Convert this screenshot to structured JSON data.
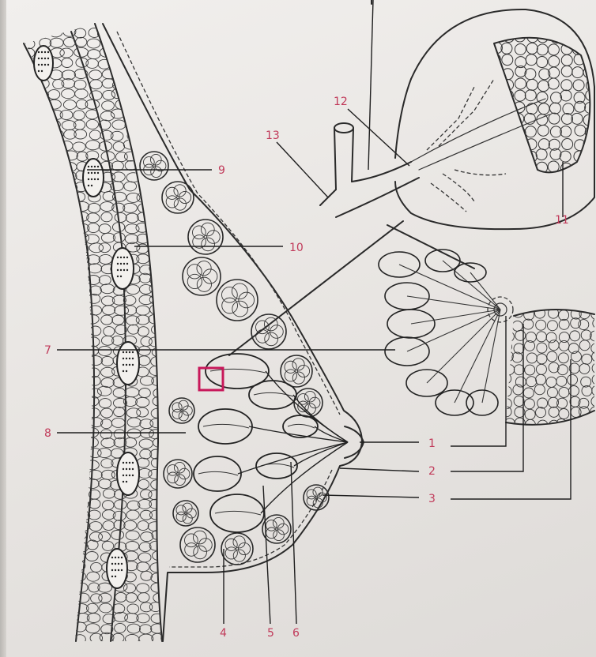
{
  "labels": [
    "1",
    "2",
    "3",
    "4",
    "5",
    "6",
    "7",
    "8",
    "9",
    "10",
    "11",
    "12",
    "13"
  ],
  "colors": {
    "label": "#c13a5a",
    "marker": "#c8185a",
    "ink": "#2a2a2a",
    "paper": "#ece9e6"
  }
}
